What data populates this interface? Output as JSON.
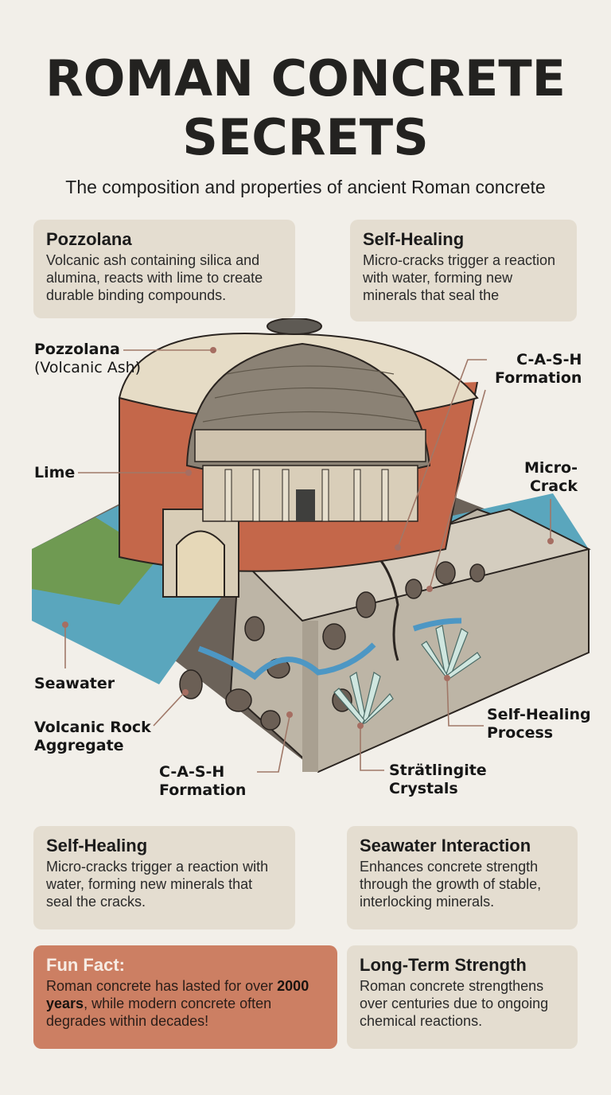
{
  "header": {
    "title_line1": "ROMAN CONCRETE",
    "title_line2": "SECRETS",
    "subtitle": "The composition and properties of ancient Roman concrete"
  },
  "top_cards": [
    {
      "title": "Pozzolana",
      "body": "Volcanic ash containing silica and alumina, reacts with lime to create durable binding compounds."
    },
    {
      "title": "Self-Healing",
      "body": "Micro-cracks trigger a reaction with water, forming new minerals that seal the"
    }
  ],
  "diagram": {
    "subject": "Pantheon cutaway on concrete block with seawater",
    "labels": {
      "pozzolana": "Pozzolana",
      "pozzolana_sub": "(Volcanic Ash)",
      "lime": "Lime",
      "cash_top_1": "C-A-S-H",
      "cash_top_2": "Formation",
      "micro_1": "Micro-",
      "micro_2": "Crack",
      "seawater": "Seawater",
      "volcanic_1": "Volcanic Rock",
      "volcanic_2": "Aggregate",
      "cash_bottom_1": "C-A-S-H",
      "cash_bottom_2": "Formation",
      "selfheal_1": "Self-Healing",
      "selfheal_2": "Process",
      "stratlingite_1": "Strätlingite",
      "stratlingite_2": "Crystals"
    },
    "colors": {
      "brick": "#c4674a",
      "dome": "#e6dcc6",
      "coffer": "#8b8275",
      "concrete": "#bdb5a6",
      "aggregate": "#6b5f55",
      "water": "#5aa6bd",
      "grass": "#6f9a52",
      "leader": "#a07868"
    }
  },
  "bottom_cards": [
    {
      "title": "Self-Healing",
      "body": "Micro-cracks trigger a reaction with water, forming new minerals that seal the cracks."
    },
    {
      "title": "Seawater Interaction",
      "body": "Enhances concrete strength through the growth of stable, interlocking minerals."
    }
  ],
  "fun_fact": {
    "title": "Fun Fact:",
    "body_pre": "Roman concrete has lasted for over ",
    "body_bold": "2000 years",
    "body_post": ", while modern concrete often degrades within decades!",
    "color": "#cc7f63"
  },
  "long_term": {
    "title": "Long-Term Strength",
    "body": "Roman concrete strengthens over centuries due to ongoing chemical reactions."
  }
}
